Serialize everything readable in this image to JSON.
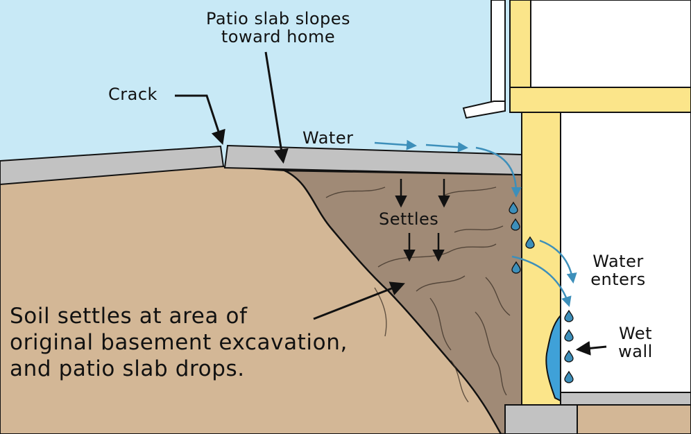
{
  "labels": {
    "patio_slopes": [
      "Patio slab slopes",
      "toward home"
    ],
    "crack": "Crack",
    "water": "Water",
    "settles": "Settles",
    "water_enters": [
      "Water",
      "enters"
    ],
    "wet_wall": [
      "Wet",
      "wall"
    ],
    "soil_caption": [
      "Soil settles at area of",
      "original basement excavation,",
      "and patio slab drops."
    ]
  },
  "icons": {
    "water_drop": "water-drop-icon",
    "arrow": "arrow-icon"
  },
  "colors": {
    "sky": "#c8e9f6",
    "undisturbed_soil": "#d3b796",
    "backfill_soil": "#a08a76",
    "slab": "#c2c2c2",
    "framing": "#fbe58a",
    "water": "#3d8fba",
    "wet_wall": "#3fa1d8"
  }
}
